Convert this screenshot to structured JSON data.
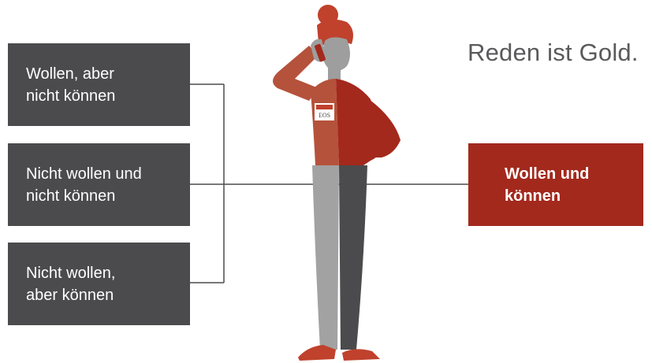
{
  "slogan": "Reden ist Gold.",
  "options": [
    {
      "label": "Wollen, aber\nnicht können"
    },
    {
      "label": "Nicht wollen und\nnicht können"
    },
    {
      "label": "Nicht wollen,\naber können"
    }
  ],
  "highlight": {
    "label": "Wollen und\nkönnen"
  },
  "badge": {
    "text": "EOS"
  },
  "colors": {
    "box_grey": "#4b4b4d",
    "box_red": "#a3291d",
    "line": "#4b4b4d",
    "hair": "#c0412c",
    "skin": "#9e9e9e",
    "jacket": "#b5523b",
    "jacket_dark": "#a3291d",
    "trousers_light": "#a2a2a2",
    "trousers_dark": "#4b4b4d",
    "shoes": "#c0412c"
  }
}
